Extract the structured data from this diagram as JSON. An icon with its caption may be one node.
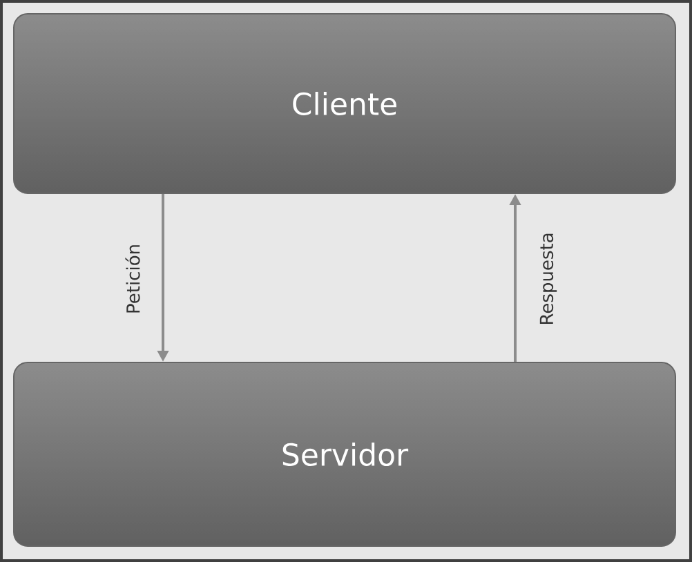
{
  "diagram": {
    "nodes": [
      {
        "text": [
          "Cliente"
        ]
      },
      {
        "text": [
          "Servidor"
        ]
      }
    ],
    "edges": [
      {
        "from": 0,
        "to": 1,
        "arrow": "to",
        "label": "Petición"
      },
      {
        "from": 1,
        "to": 0,
        "arrow": "to",
        "label": "Respuesta"
      }
    ]
  }
}
